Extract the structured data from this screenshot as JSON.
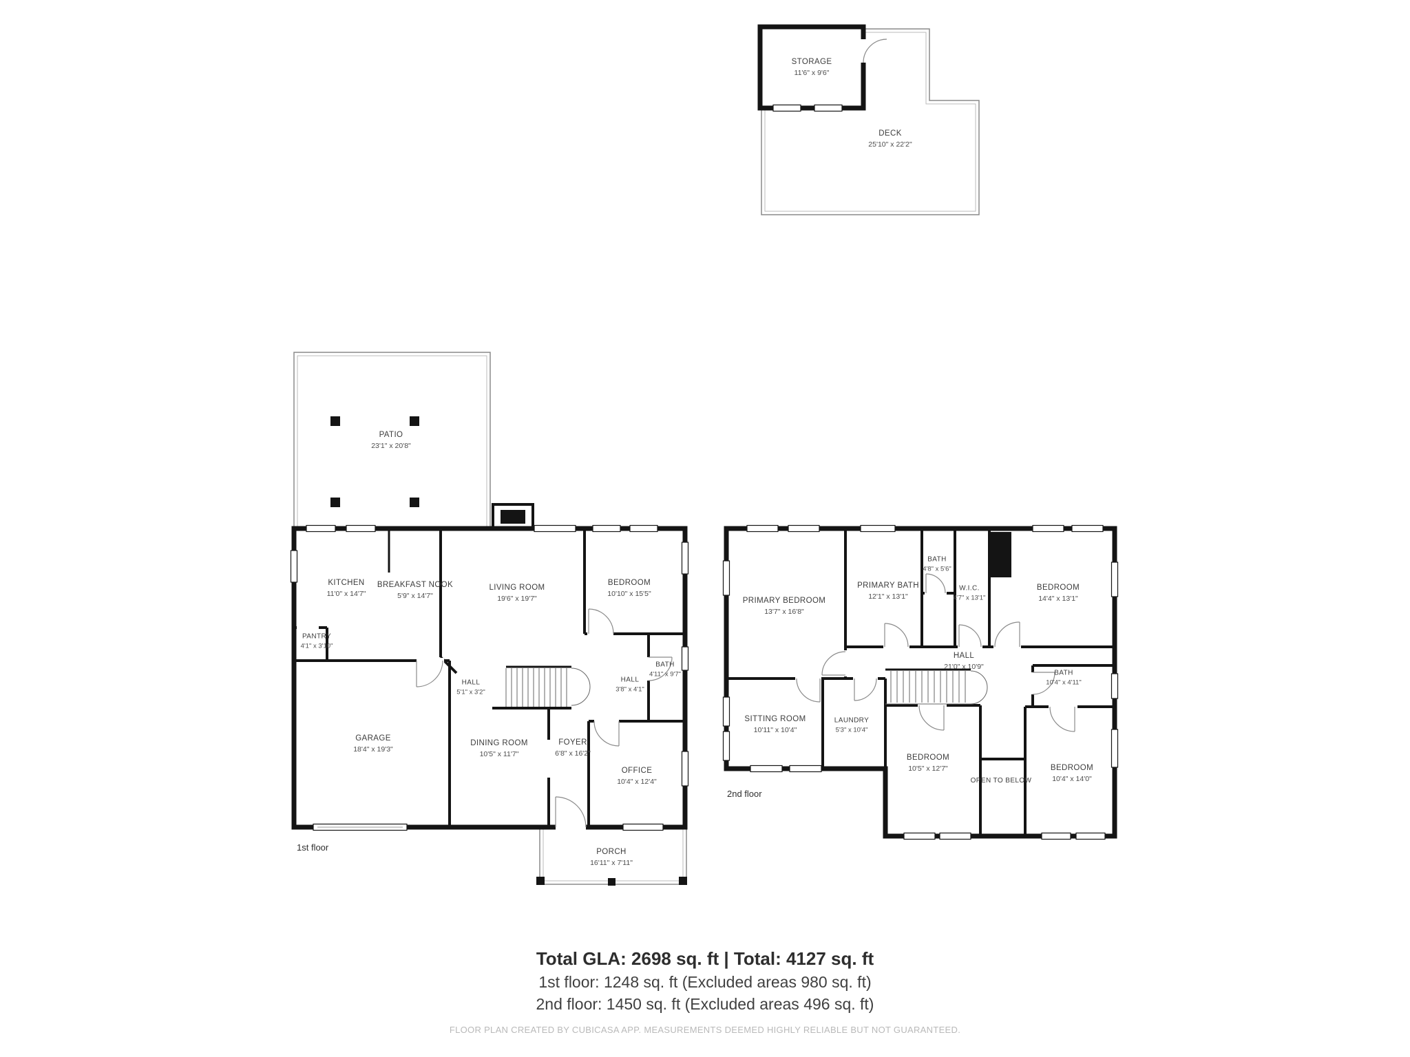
{
  "deck": {
    "rooms": [
      {
        "name": "STORAGE",
        "dims": "11'6\" x 9'6\""
      },
      {
        "name": "DECK",
        "dims": "25'10\" x 22'2\""
      }
    ]
  },
  "floor1": {
    "label": "1st floor",
    "rooms": [
      {
        "name": "PATIO",
        "dims": "23'1\" x 20'8\""
      },
      {
        "name": "KITCHEN",
        "dims": "11'0\" x 14'7\""
      },
      {
        "name": "BREAKFAST NOOK",
        "dims": "5'9\" x 14'7\""
      },
      {
        "name": "LIVING ROOM",
        "dims": "19'6\" x 19'7\""
      },
      {
        "name": "BEDROOM",
        "dims": "10'10\" x 15'5\""
      },
      {
        "name": "PANTRY",
        "dims": "4'1\" x 3'10\""
      },
      {
        "name": "HALL",
        "dims": "5'1\" x 3'2\""
      },
      {
        "name": "HALL",
        "dims": "3'8\" x 4'1\""
      },
      {
        "name": "BATH",
        "dims": "4'11\" x 9'7\""
      },
      {
        "name": "GARAGE",
        "dims": "18'4\" x 19'3\""
      },
      {
        "name": "DINING ROOM",
        "dims": "10'5\" x 11'7\""
      },
      {
        "name": "FOYER",
        "dims": "6'8\" x 16'2\""
      },
      {
        "name": "OFFICE",
        "dims": "10'4\" x 12'4\""
      },
      {
        "name": "PORCH",
        "dims": "16'11\" x 7'11\""
      }
    ]
  },
  "floor2": {
    "label": "2nd floor",
    "rooms": [
      {
        "name": "PRIMARY BEDROOM",
        "dims": "13'7\" x 16'8\""
      },
      {
        "name": "PRIMARY BATH",
        "dims": "12'1\" x 13'1\""
      },
      {
        "name": "BATH",
        "dims": "4'8\" x 5'6\""
      },
      {
        "name": "W.I.C.",
        "dims": "4'7\" x 13'1\""
      },
      {
        "name": "BEDROOM",
        "dims": "14'4\" x 13'1\""
      },
      {
        "name": "HALL",
        "dims": "21'0\" x 10'9\""
      },
      {
        "name": "BATH",
        "dims": "10'4\" x 4'11\""
      },
      {
        "name": "SITTING ROOM",
        "dims": "10'11\" x 10'4\""
      },
      {
        "name": "LAUNDRY",
        "dims": "5'3\" x 10'4\""
      },
      {
        "name": "BEDROOM",
        "dims": "10'5\" x 12'7\""
      },
      {
        "name": "OPEN TO BELOW",
        "dims": ""
      },
      {
        "name": "BEDROOM",
        "dims": "10'4\" x 14'0\""
      }
    ]
  },
  "summary": {
    "total": "Total GLA: 2698 sq. ft | Total: 4127 sq. ft",
    "floor1": "1st floor: 1248 sq. ft (Excluded areas 980 sq. ft)",
    "floor2": "2nd floor: 1450 sq. ft (Excluded areas 496 sq. ft)"
  },
  "footer": {
    "note": "FLOOR PLAN CREATED BY CUBICASA APP. MEASUREMENTS DEEMED HIGHLY RELIABLE BUT NOT GUARANTEED."
  },
  "colors": {
    "wall": "#141414",
    "thin_outline": "#8a8a8a",
    "label_text": "#3c3c3c",
    "footer_text": "#b9b9b9"
  }
}
